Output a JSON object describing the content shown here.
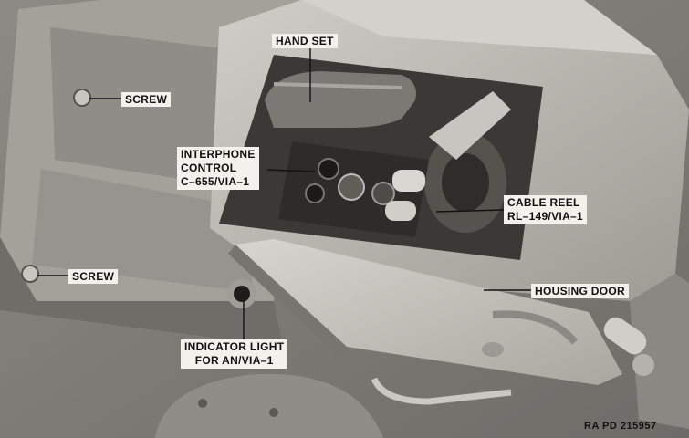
{
  "labels": {
    "hand_set": "HAND SET",
    "screw_top": "SCREW",
    "screw_bottom": "SCREW",
    "interphone_line1": "INTERPHONE",
    "interphone_line2": "CONTROL",
    "interphone_line3": "C–655/VIA–1",
    "cable_reel_line1": "CABLE REEL",
    "cable_reel_line2": "RL–149/VIA–1",
    "housing_door": "HOUSING DOOR",
    "indicator_line1": "INDICATOR LIGHT",
    "indicator_line2": "FOR AN/VIA–1"
  },
  "plate_number": "RA PD 215957",
  "colors": {
    "background": "#7d7b75",
    "housing": "#b9b8b1",
    "housing_shadow": "#8e8c85",
    "interior": "#3a3935",
    "label_bg": "#f2f1ec"
  }
}
